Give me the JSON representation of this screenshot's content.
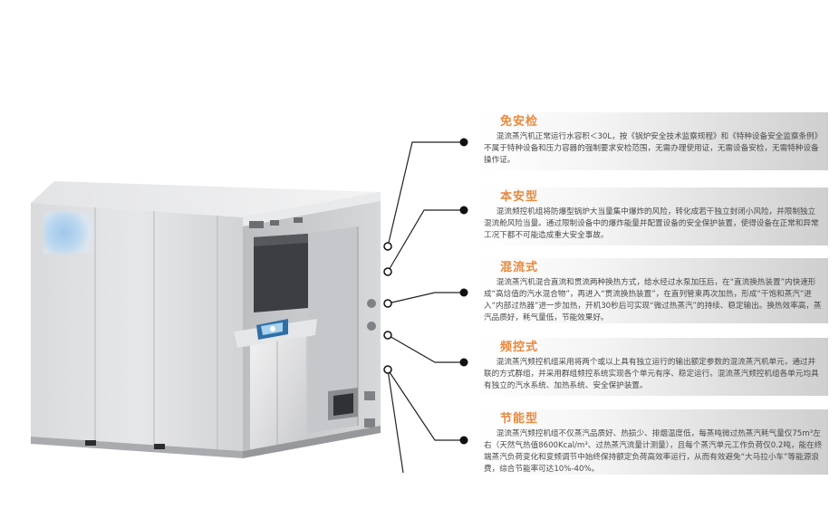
{
  "features": [
    {
      "title": "免安检",
      "desc": "混流蒸汽机正常运行水容积＜30L，按《锅炉安全技术监察规程》和《特种设备安全监察条例》不属于特种设备和压力容器的强制要求安检范围，无需办理使用证，无需设备安检，无需特种设备操作证。"
    },
    {
      "title": "本安型",
      "desc": "混流频控机组将防爆型锅炉大当量集中爆炸的风险，转化成若干独立封闭小风险，并限制独立混流舱风险当量。通过限制设备中的爆炸能量并配置设备的安全保护装置，使得设备在正常和异常工况下都不可能造成重大安全事故。"
    },
    {
      "title": "混流式",
      "desc": "混流蒸汽机混合直流和贯流两种换热方式，给水经过水泵加压后，在“直流换热装置”内快速形成“高焓值的汽水混合物”，再进入“贯流换热装置”，在直列管束再次加热，形成“干饱和蒸汽”进入“内部过热器”进一步加热，开机30秒后可实现“微过热蒸汽”的持续、稳定输出。换热效率高，蒸汽品质好，耗气量低，节能效果好。"
    },
    {
      "title": "频控式",
      "desc": "混流蒸汽频控机组采用将两个或以上具有独立运行的输出额定参数的混流蒸汽机单元，通过并联的方式群组，并采用群组频控系统实现各个单元有序、稳定运行。混流蒸汽频控机组各单元均具有独立的汽水系统、加热系统、安全保护装置。"
    },
    {
      "title": "节能型",
      "desc": "混流蒸汽频控机组不仅蒸汽品质好、热损少、排烟温度低，每蒸吨微过热蒸汽耗气量仅75m³左右（天然气热值8600Kcal/m³、过热蒸汽流量计测量），且每个蒸汽单元工作负荷仅0.2吨，能在终端蒸汽负荷变化和变频调节中始终保持额定负荷高效率运行，从而有效避免“大马拉小车”等能源浪费，综合节能率可达10%-40%。"
    }
  ],
  "colors": {
    "title": "#e8893c",
    "text": "#4a4a4a",
    "line": "#222222"
  }
}
